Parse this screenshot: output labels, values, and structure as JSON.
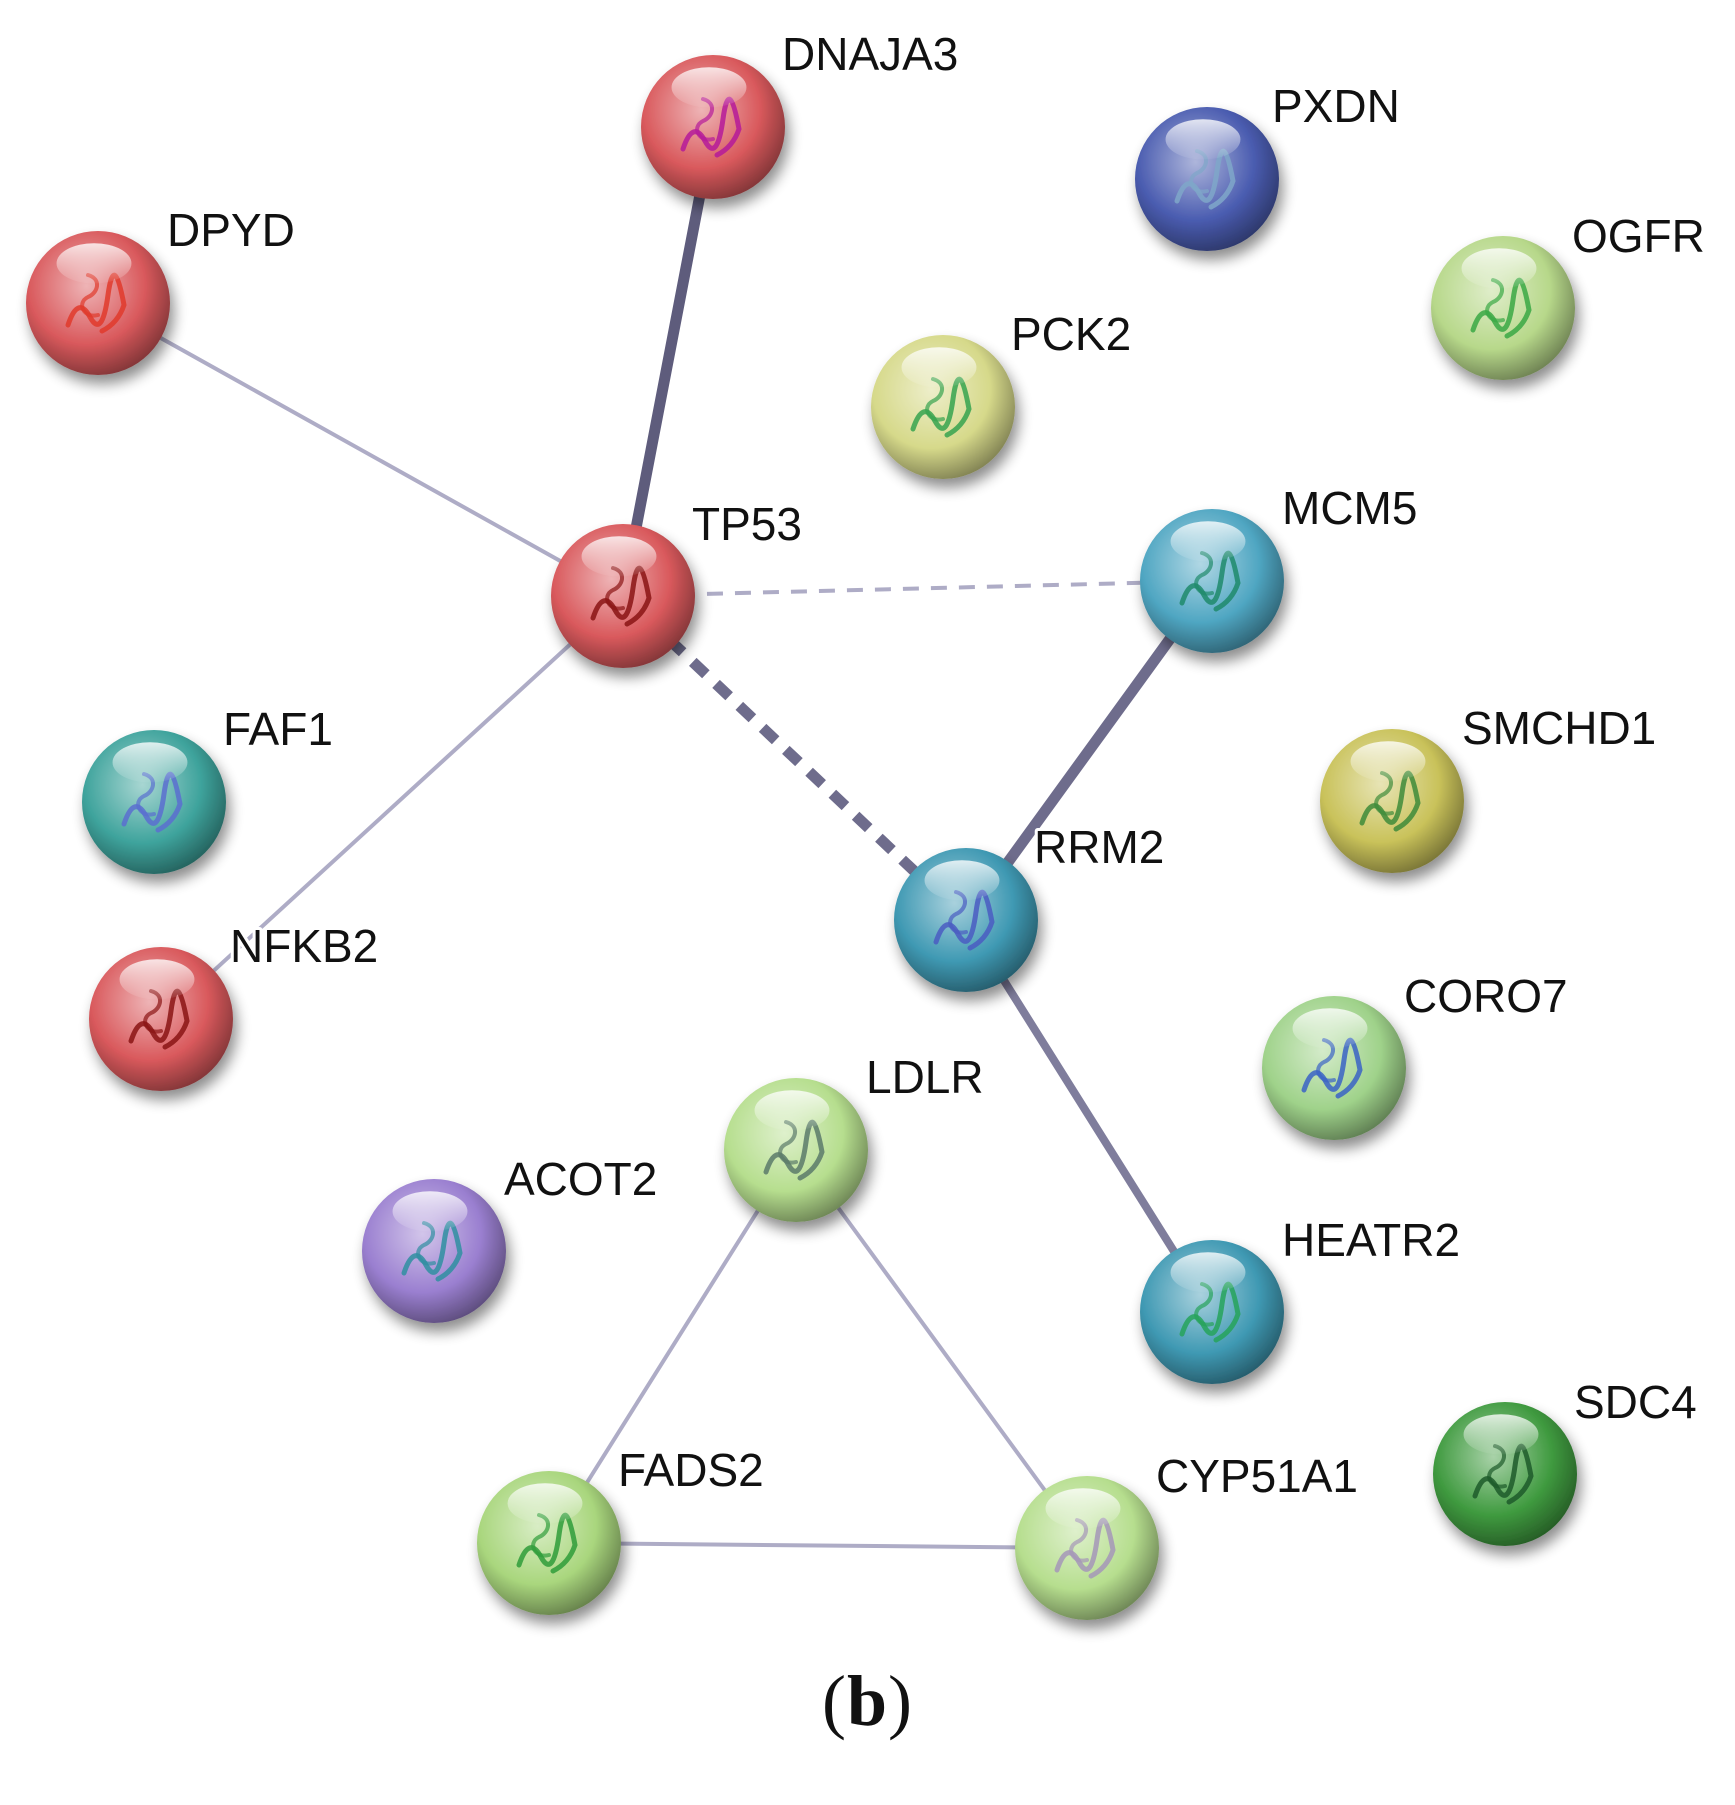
{
  "diagram": {
    "panel_label": {
      "open": "(",
      "letter": "b",
      "close": ")"
    },
    "nodes": [
      {
        "id": "DNAJA3",
        "label": "DNAJA3",
        "color": "#d9595c",
        "structure": "#b51a9a"
      },
      {
        "id": "DPYD",
        "label": "DPYD",
        "color": "#d9595c",
        "structure": "#e0392b"
      },
      {
        "id": "PXDN",
        "label": "PXDN",
        "color": "#4a5cb0",
        "structure": "#7fa7c9"
      },
      {
        "id": "OGFR",
        "label": "OGFR",
        "color": "#b7d88a",
        "structure": "#39a844"
      },
      {
        "id": "PCK2",
        "label": "PCK2",
        "color": "#d6d98a",
        "structure": "#36a34f"
      },
      {
        "id": "TP53",
        "label": "TP53",
        "color": "#d9595c",
        "structure": "#8a1414"
      },
      {
        "id": "MCM5",
        "label": "MCM5",
        "color": "#4fa6c2",
        "structure": "#1f8a6b"
      },
      {
        "id": "FAF1",
        "label": "FAF1",
        "color": "#3ea39c",
        "structure": "#5a6fd0"
      },
      {
        "id": "SMCHD1",
        "label": "SMCHD1",
        "color": "#c9c25a",
        "structure": "#3e8b3a"
      },
      {
        "id": "RRM2",
        "label": "RRM2",
        "color": "#3f99b3",
        "structure": "#4a5cc2"
      },
      {
        "id": "NFKB2",
        "label": "NFKB2",
        "color": "#d9595c",
        "structure": "#8a1414"
      },
      {
        "id": "CORO7",
        "label": "CORO7",
        "color": "#9fd28a",
        "structure": "#3a63c6"
      },
      {
        "id": "LDLR",
        "label": "LDLR",
        "color": "#b6de8e",
        "structure": "#5b7a6a"
      },
      {
        "id": "ACOT2",
        "label": "ACOT2",
        "color": "#9a7fd0",
        "structure": "#2f8fa1"
      },
      {
        "id": "HEATR2",
        "label": "HEATR2",
        "color": "#3f99b3",
        "structure": "#26a35a"
      },
      {
        "id": "SDC4",
        "label": "SDC4",
        "color": "#3f9a3f",
        "structure": "#1d5a2a"
      },
      {
        "id": "FADS2",
        "label": "FADS2",
        "color": "#a9d67d",
        "structure": "#2f9c3a"
      },
      {
        "id": "CYP51A1",
        "label": "CYP51A1",
        "color": "#b6de8e",
        "structure": "#a596b8"
      }
    ],
    "edges": [
      {
        "source": "TP53",
        "target": "DNAJA3",
        "style": "solid",
        "strength": "strong",
        "color": "#5e5c7c"
      },
      {
        "source": "TP53",
        "target": "DPYD",
        "style": "solid",
        "strength": "weak",
        "color": "#aeacc6"
      },
      {
        "source": "TP53",
        "target": "NFKB2",
        "style": "solid",
        "strength": "weak",
        "color": "#aeacc6"
      },
      {
        "source": "TP53",
        "target": "MCM5",
        "style": "dashed",
        "strength": "weak",
        "color": "#aeacc6"
      },
      {
        "source": "TP53",
        "target": "RRM2",
        "style": "dashed",
        "strength": "strong",
        "color": "#6e6c8c"
      },
      {
        "source": "MCM5",
        "target": "RRM2",
        "style": "solid",
        "strength": "strong",
        "color": "#6e6c8c"
      },
      {
        "source": "RRM2",
        "target": "HEATR2",
        "style": "solid",
        "strength": "medium",
        "color": "#7f7d9c"
      },
      {
        "source": "LDLR",
        "target": "FADS2",
        "style": "solid",
        "strength": "weak",
        "color": "#aeacc6"
      },
      {
        "source": "LDLR",
        "target": "CYP51A1",
        "style": "solid",
        "strength": "weak",
        "color": "#aeacc6"
      },
      {
        "source": "FADS2",
        "target": "CYP51A1",
        "style": "solid",
        "strength": "weak",
        "color": "#aeacc6"
      }
    ]
  }
}
